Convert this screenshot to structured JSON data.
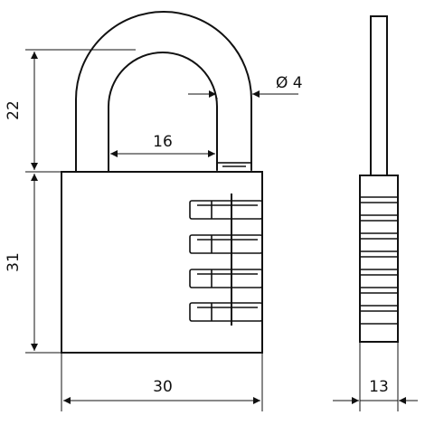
{
  "dimensions": {
    "shackle_height": "22",
    "shackle_diameter": "Ø 4",
    "shackle_inner_width": "16",
    "body_height": "31",
    "body_width": "30",
    "body_thickness": "13"
  },
  "colors": {
    "line": "#111111",
    "background": "#ffffff"
  }
}
